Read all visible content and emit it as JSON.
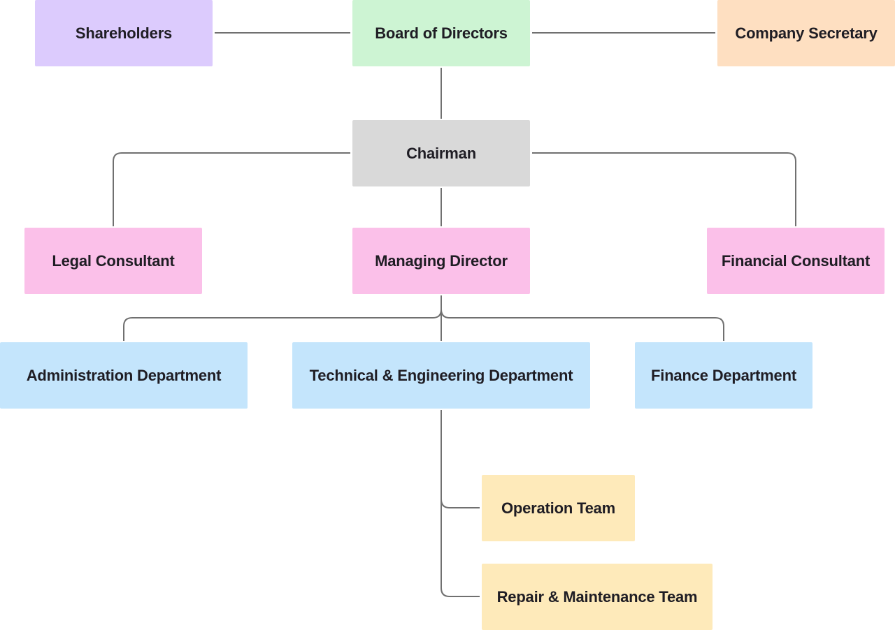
{
  "nodes": {
    "shareholders": {
      "label": "Shareholders",
      "color": "#dccbfd"
    },
    "board": {
      "label": "Board of Directors",
      "color": "#cdf4d3"
    },
    "secretary": {
      "label": "Company Secretary",
      "color": "#fedfc1"
    },
    "chairman": {
      "label": "Chairman",
      "color": "#d9d9d9"
    },
    "legal": {
      "label": "Legal Consultant",
      "color": "#fbc0e9"
    },
    "md": {
      "label": "Managing Director",
      "color": "#fbc0e9"
    },
    "financial": {
      "label": "Financial Consultant",
      "color": "#fbc0e9"
    },
    "admin": {
      "label": "Administration Department",
      "color": "#c4e5fc"
    },
    "tech": {
      "label": "Technical & Engineering Department",
      "color": "#c4e5fc"
    },
    "finance": {
      "label": "Finance Department",
      "color": "#c4e5fc"
    },
    "operation": {
      "label": "Operation Team",
      "color": "#feeaba"
    },
    "repair": {
      "label": "Repair & Maintenance Team",
      "color": "#feeaba"
    }
  },
  "connector_color": "#707070"
}
